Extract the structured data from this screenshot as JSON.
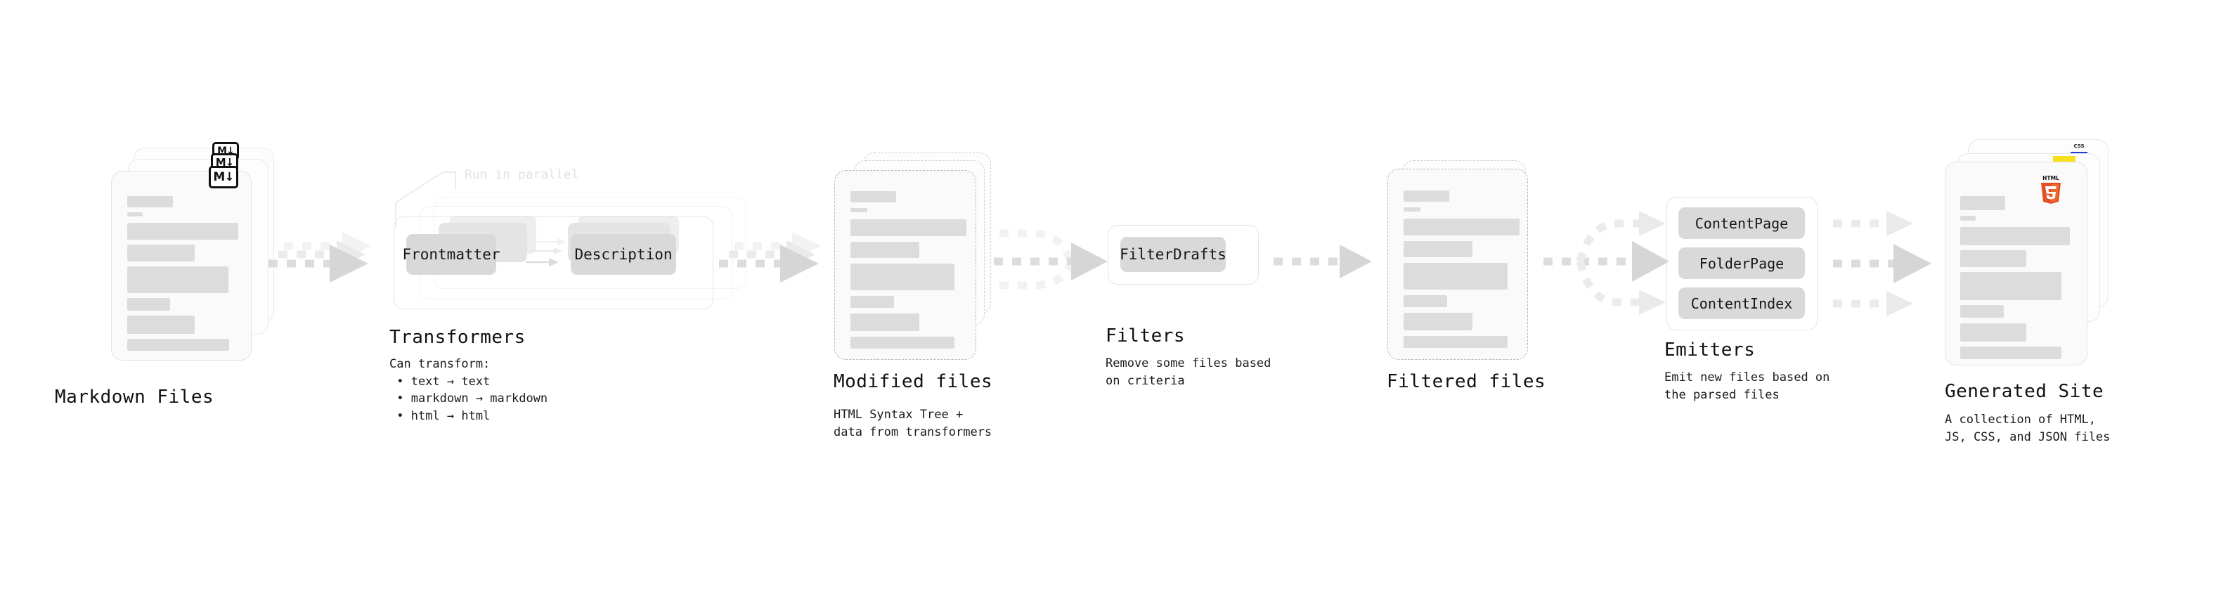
{
  "diagram": {
    "title_style": "monospace-technical-flow",
    "stages": [
      {
        "id": "markdown-files",
        "title": "Markdown Files",
        "subtitle": "",
        "badge": "markdown-badge",
        "badge_text": "M↓",
        "kind": "file-stack-solid",
        "stack_count": 3
      },
      {
        "id": "transformers",
        "title": "Transformers",
        "subtitle": "Can transform:\n • text → text\n • markdown → markdown\n • html → html",
        "annotation": "Run in parallel",
        "kind": "group-stack",
        "stack_count": 3,
        "chips": [
          "Frontmatter",
          "Description"
        ]
      },
      {
        "id": "modified-files",
        "title": "Modified files",
        "subtitle": "HTML Syntax Tree +\ndata from transformers",
        "kind": "file-stack-dashed",
        "stack_count": 2
      },
      {
        "id": "filters",
        "title": "Filters",
        "subtitle": "Remove some files based\non criteria",
        "kind": "group",
        "stack_count": 1,
        "chips": [
          "FilterDrafts"
        ]
      },
      {
        "id": "filtered-files",
        "title": "Filtered files",
        "subtitle": "",
        "kind": "file-stack-dashed",
        "stack_count": 2
      },
      {
        "id": "emitters",
        "title": "Emitters",
        "subtitle": "Emit new files based on\nthe parsed files",
        "kind": "group",
        "stack_count": 1,
        "chips": [
          "ContentPage",
          "FolderPage",
          "ContentIndex"
        ]
      },
      {
        "id": "generated-site",
        "title": "Generated Site",
        "subtitle": "A collection of HTML,\nJS, CSS, and JSON files",
        "badge": "html5-badge",
        "badge_text": "HTML5",
        "extra_badges": [
          "css-badge",
          "js-badge"
        ],
        "kind": "file-stack-solid",
        "stack_count": 3
      }
    ],
    "connectors": [
      {
        "id": "arrow-markdown-to-transformers",
        "type": "one-to-one-stacked"
      },
      {
        "id": "arrow-transformers-to-modified",
        "type": "one-to-one-stacked"
      },
      {
        "id": "arrow-modified-to-filters",
        "type": "many-to-one-converging"
      },
      {
        "id": "arrow-filters-to-filtered",
        "type": "one-to-one"
      },
      {
        "id": "arrow-filtered-to-emitters",
        "type": "one-to-many-diverging"
      },
      {
        "id": "arrow-emitters-to-site",
        "type": "three-parallel"
      },
      {
        "id": "arrow-frontmatter-to-description",
        "type": "inline-thin"
      }
    ],
    "colors": {
      "background": "#ffffff",
      "card_fill": "#fafafa",
      "card_border": "#e3e3e3",
      "skeleton": "#dcdcdc",
      "chip_fill": "#d9d9d9",
      "arrow": "#dcdcdc",
      "text": "#111111",
      "muted_text": "#e2e2e2",
      "html5_orange": "#e34f26",
      "js_yellow": "#f7df1e",
      "css_blue": "#1a3fe0"
    }
  }
}
